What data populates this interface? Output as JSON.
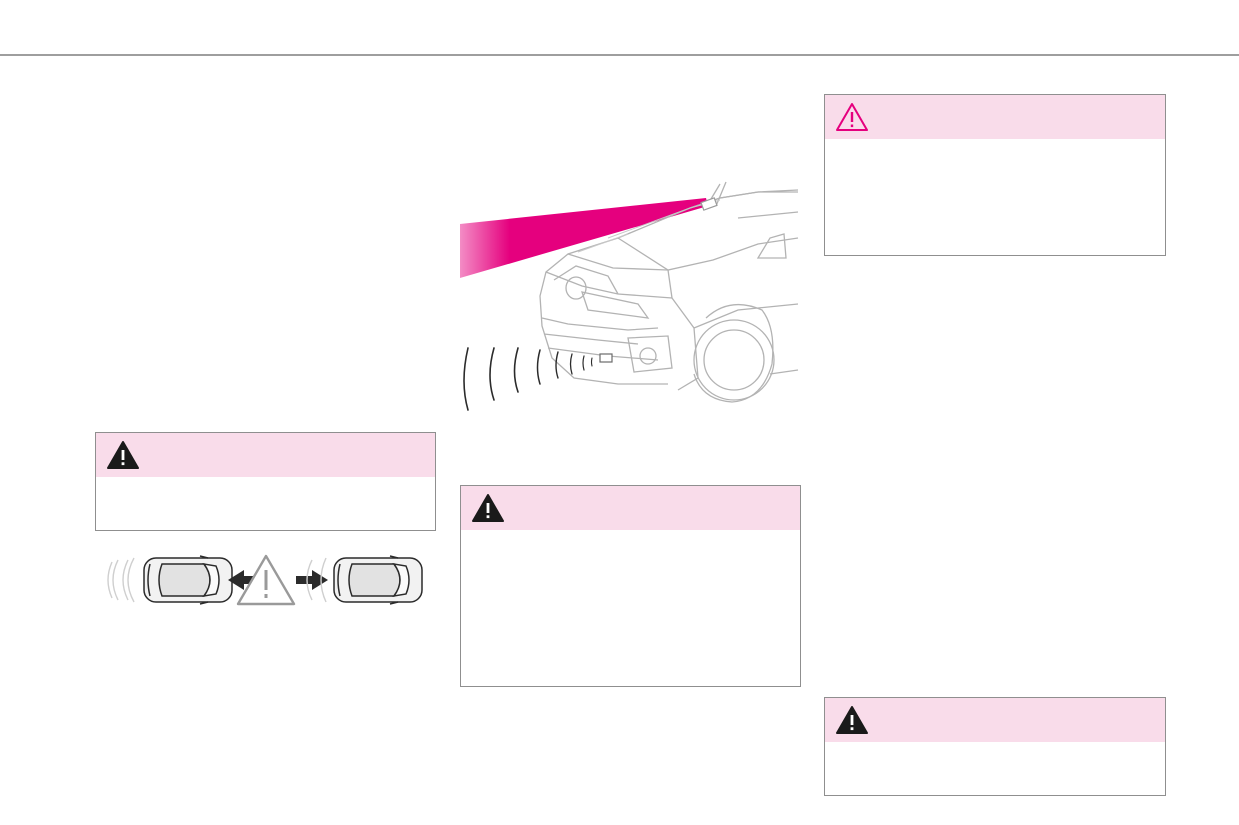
{
  "page": {
    "colors": {
      "accent_magenta": "#e5007e",
      "warning_header_bg": "#f9dcea",
      "rule_gray": "#9e9e9e",
      "box_border": "#8f8f8f",
      "line_art_gray": "#b3b3b3"
    }
  },
  "warnings": [
    {
      "icon": "warning-triangle-filled",
      "color": "#1a1a1a"
    },
    {
      "icon": "warning-triangle-filled",
      "color": "#1a1a1a"
    },
    {
      "icon": "warning-triangle-outline",
      "color": "#e5007e"
    },
    {
      "icon": "warning-triangle-filled",
      "color": "#1a1a1a"
    }
  ],
  "illustrations": {
    "van": {
      "icon": "van-front-camera-radar-illustration"
    },
    "distance": {
      "icon": "vehicle-distance-alert-illustration"
    }
  }
}
